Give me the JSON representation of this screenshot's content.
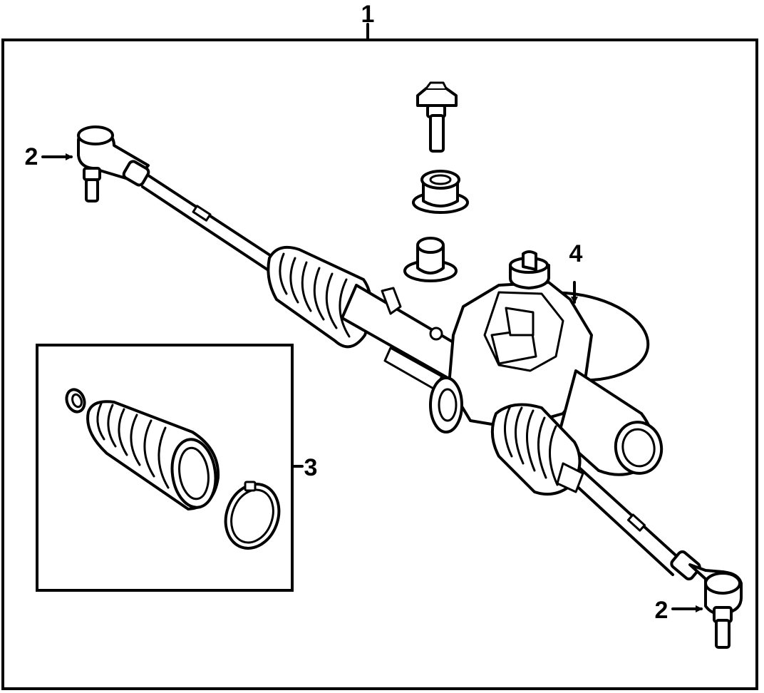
{
  "callouts": {
    "c1": "1",
    "c2_left": "2",
    "c2_right": "2",
    "c3": "3",
    "c4": "4"
  }
}
